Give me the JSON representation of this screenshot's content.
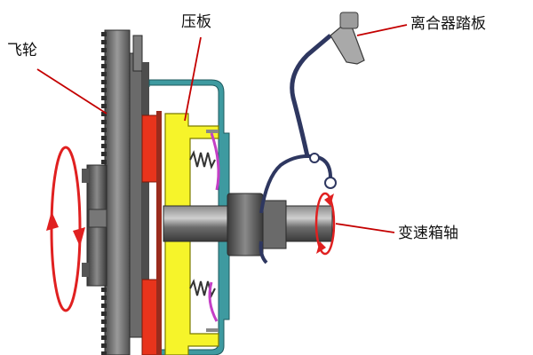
{
  "labels": {
    "flywheel": "飞轮",
    "pressure_plate": "压板",
    "clutch_pedal": "离合器踏板",
    "transmission_shaft": "变速箱轴"
  },
  "colors": {
    "background": "#ffffff",
    "flywheel": "#5c5c5c",
    "friction_disc": "#e8341c",
    "pressure_plate": "#f6f42a",
    "clutch_cover": "#3e9aa0",
    "spring_guide": "#c43fc6",
    "shaft": "#4a4a4a",
    "pedal_linkage": "#3e4a80",
    "rotation_arrow": "#e02020",
    "leader_line": "#c40000"
  }
}
